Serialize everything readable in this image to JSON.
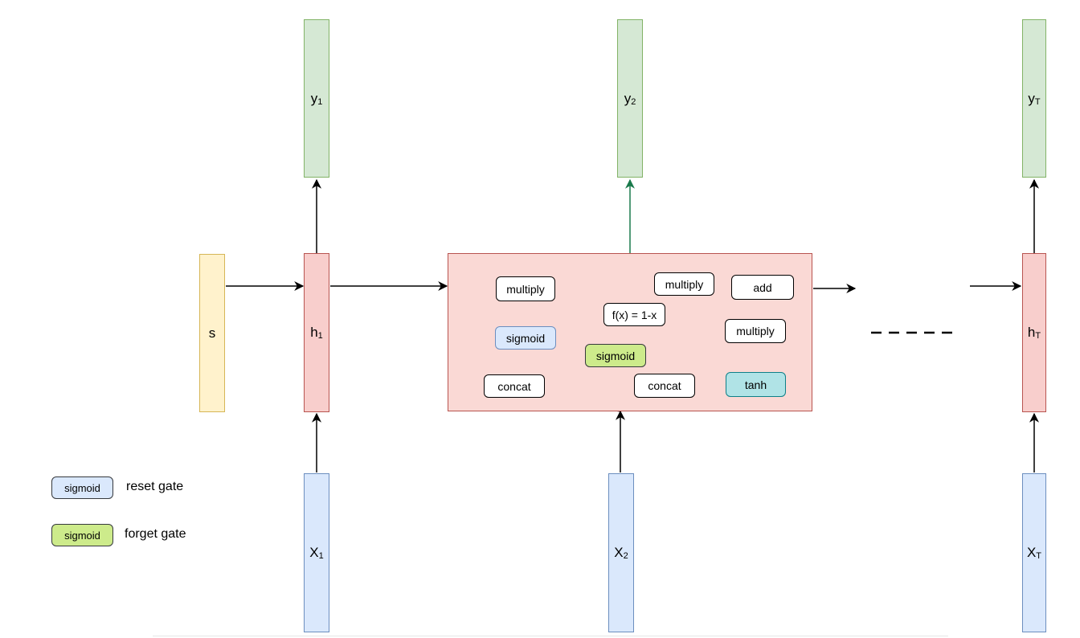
{
  "columns": {
    "c1": {
      "y": "y",
      "y_sub": "1",
      "h": "h",
      "h_sub": "1",
      "x": "X",
      "x_sub": "1"
    },
    "c2": {
      "y": "y",
      "y_sub": "2",
      "x": "X",
      "x_sub": "2"
    },
    "cT": {
      "y": "y",
      "y_sub": "T",
      "h": "h",
      "h_sub": "T",
      "x": "X",
      "x_sub": "T"
    }
  },
  "s_label": "s",
  "cell": {
    "multiply_reset": "multiply",
    "sigmoid_reset": "sigmoid",
    "concat_left": "concat",
    "sigmoid_forget": "sigmoid",
    "one_minus": "f(x) = 1-x",
    "multiply_top": "multiply",
    "add": "add",
    "multiply_mid": "multiply",
    "concat_right": "concat",
    "tanh": "tanh"
  },
  "legend": [
    {
      "chip": "sigmoid",
      "label": "reset gate",
      "color": "#dae8fc"
    },
    {
      "chip": "sigmoid",
      "label": "forget gate",
      "color": "#cdeb8b"
    }
  ],
  "colors": {
    "reset_link": "#1f6fe0",
    "output_arrow": "#1a7a4c"
  }
}
